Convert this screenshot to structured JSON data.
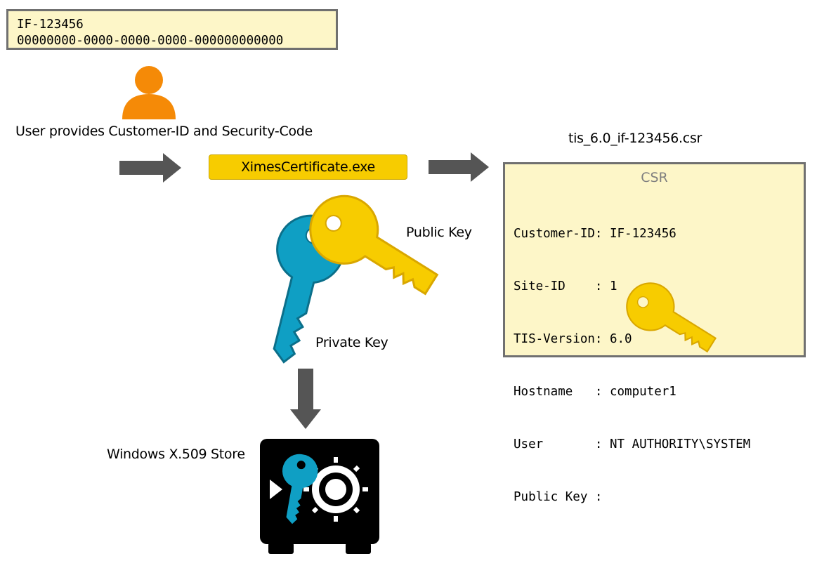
{
  "credentials": {
    "customer_id": "IF-123456",
    "security_code": "00000000-0000-0000-0000-000000000000"
  },
  "user": {
    "icon": "user-icon",
    "caption": "User provides Customer-ID and Security-Code"
  },
  "executable": {
    "label": "XimesCertificate.exe"
  },
  "csr": {
    "filename": "tis_6.0_if-123456.csr",
    "title": "CSR",
    "fields": [
      {
        "key": "Customer-ID:",
        "value": "IF-123456"
      },
      {
        "key": "Site-ID    :",
        "value": "1"
      },
      {
        "key": "TIS-Version:",
        "value": "6.0"
      },
      {
        "key": "Hostname   :",
        "value": "computer1"
      },
      {
        "key": "User       :",
        "value": "NT AUTHORITY\\SYSTEM"
      },
      {
        "key": "Public Key :",
        "value": ""
      }
    ]
  },
  "keys": {
    "public_label": "Public Key",
    "private_label": "Private Key"
  },
  "store": {
    "label": "Windows X.509 Store",
    "icon": "safe-icon"
  },
  "colors": {
    "box_fill": "#fdf6c8",
    "box_border": "#707070",
    "exe_fill": "#f7cc00",
    "public_key": "#f7cc00",
    "private_key": "#0f9fc4",
    "user": "#f58a07",
    "arrow": "#555555",
    "safe": "#000000"
  }
}
